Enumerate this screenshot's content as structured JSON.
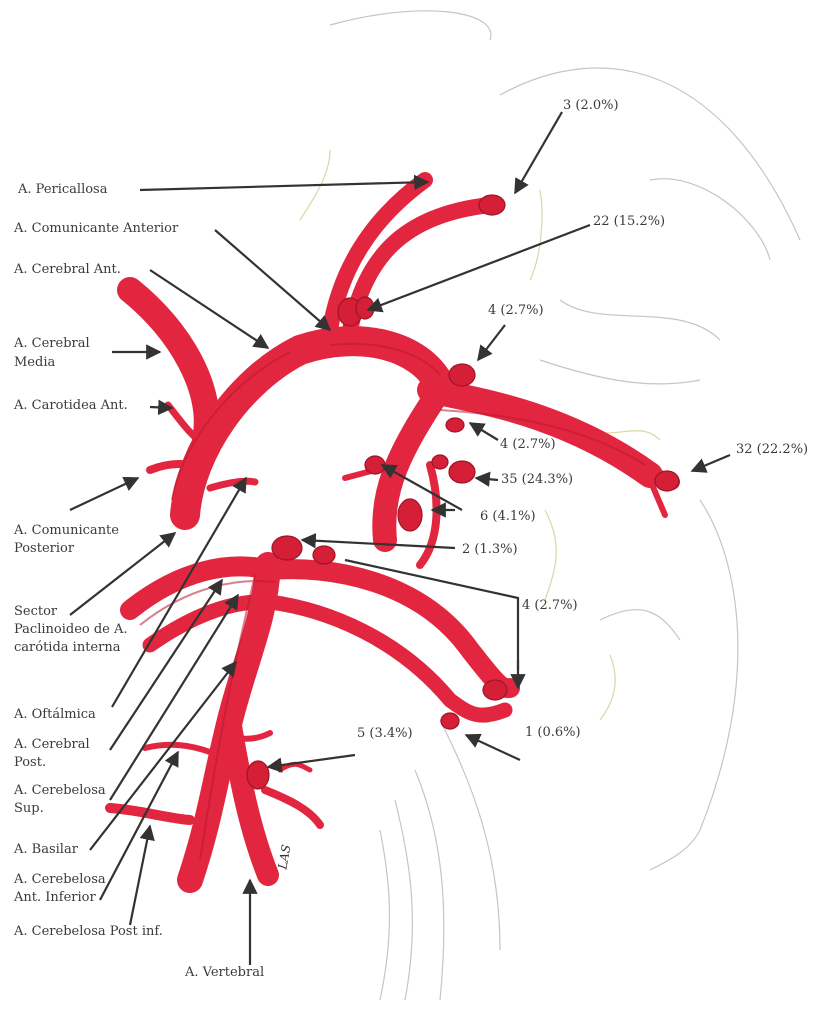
{
  "labels": {
    "pericallosa": "A. Pericallosa",
    "comunicante_anterior": "A. Comunicante Anterior",
    "cerebral_ant": "A. Cerebral Ant.",
    "cerebral_media_1": "A. Cerebral",
    "cerebral_media_2": "Media",
    "carotidea_ant": "A. Carotidea Ant.",
    "comunicante_post_1": "A. Comunicante",
    "comunicante_post_2": "Posterior",
    "sector_1": "Sector",
    "sector_2": "Paclinoideo de A.",
    "sector_3": "carótida interna",
    "oftalmica": "A. Oftálmica",
    "cerebral_post_1": "A. Cerebral",
    "cerebral_post_2": "Post.",
    "cerebelosa_sup_1": "A. Cerebelosa",
    "cerebelosa_sup_2": "Sup.",
    "basilar": "A. Basilar",
    "cerebelosa_ai_1": "A. Cerebelosa",
    "cerebelosa_ai_2": "Ant. Inferior",
    "cerebelosa_pi": "A. Cerebelosa Post inf.",
    "vertebral": "A. Vertebral"
  },
  "counts": {
    "c3": "3 (2.0%)",
    "c22": "22 (15.2%)",
    "c4a": "4 (2.7%)",
    "c4b": "4 (2.7%)",
    "c32": "32 (22.2%)",
    "c35": "35 (24.3%)",
    "c6": "6 (4.1%)",
    "c2": "2 (1.3%)",
    "c4c": "4 (2.7%)",
    "c5": "5 (3.4%)",
    "c1": "1 (0.6%)"
  },
  "signature": "LAS",
  "colors": {
    "artery": "#e3263f",
    "artery_dark": "#b81a31",
    "aneurysm": "#d41f37",
    "arrow": "#333333",
    "sketch": "#b9b3c4",
    "sketch_yellow": "#d8d29a"
  }
}
